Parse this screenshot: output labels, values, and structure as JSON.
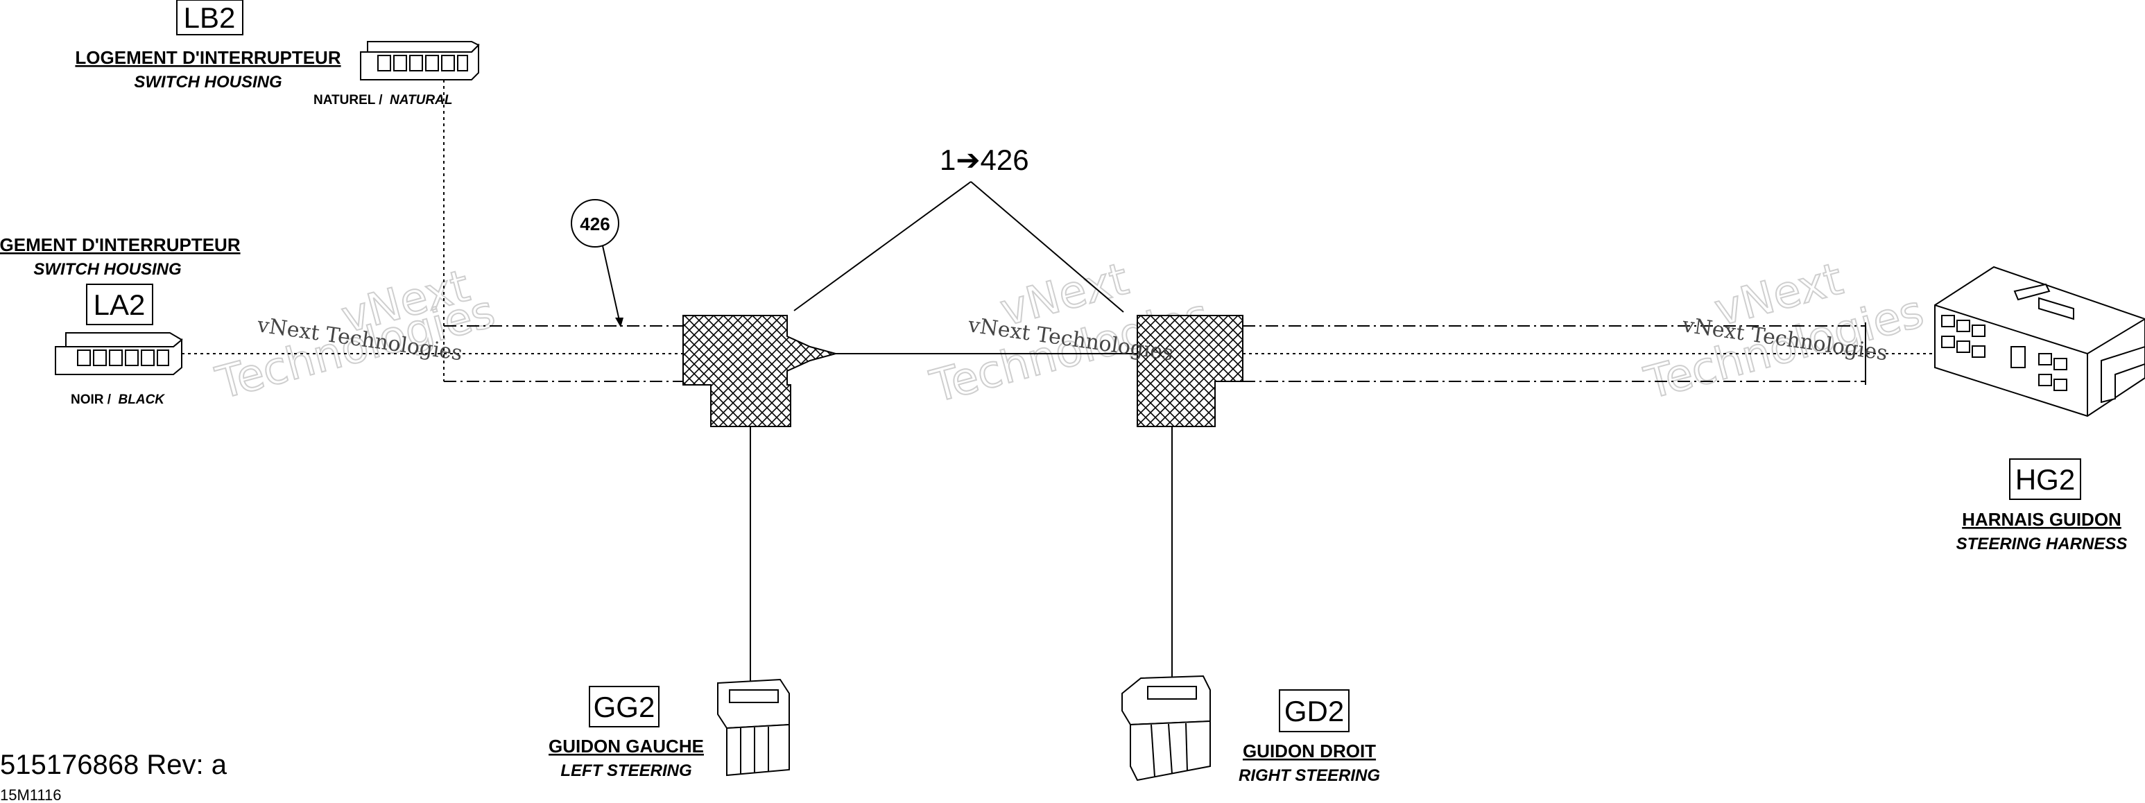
{
  "connectors": {
    "lb2": {
      "id": "LB2",
      "name_fr": "LOGEMENT D'INTERRUPTEUR",
      "name_en": "SWITCH HOUSING",
      "color_fr": "NATUREL /",
      "color_en": "NATURAL"
    },
    "la2": {
      "id": "LA2",
      "name_fr": "LOGEMENT D'INTERRUPTEUR",
      "name_en": "SWITCH HOUSING",
      "color_fr": "NOIR /",
      "color_en": "BLACK"
    },
    "hg2": {
      "id": "HG2",
      "name_fr": "HARNAIS GUIDON",
      "name_en": "STEERING HARNESS"
    },
    "gg2": {
      "id": "GG2",
      "name_fr": "GUIDON GAUCHE",
      "name_en": "LEFT STEERING"
    },
    "gd2": {
      "id": "GD2",
      "name_fr": "GUIDON DROIT",
      "name_en": "RIGHT STEERING"
    }
  },
  "callouts": {
    "range": "1➔426",
    "bubble": "426"
  },
  "watermark": {
    "line1": "vNext Technologies",
    "line2": "Technologies",
    "line3": "vNext"
  },
  "footer": {
    "part_number": "515176868 Rev: a",
    "figure_code": "15M1116"
  }
}
